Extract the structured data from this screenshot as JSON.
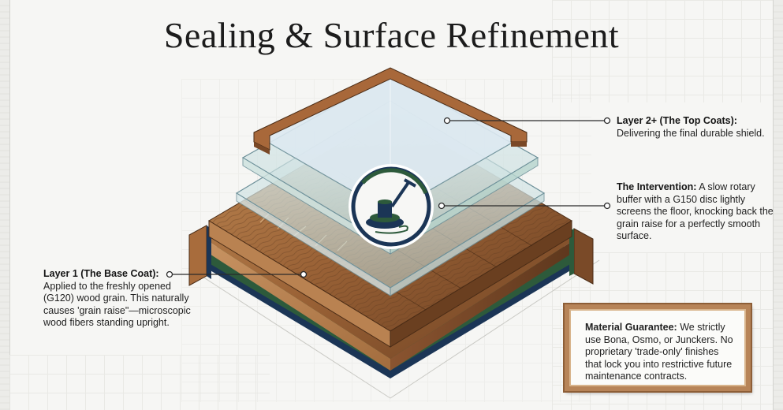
{
  "title": "Sealing & Surface Refinement",
  "callouts": {
    "top_coats": {
      "heading": "Layer 2+ (The Top Coats):",
      "body": "Delivering the final durable shield."
    },
    "intervention": {
      "heading": "The Intervention:",
      "body": "A slow rotary buffer with a G150 disc lightly screens the floor, knocking back the grain raise for a perfectly smooth surface."
    },
    "base_coat": {
      "heading": "Layer 1 (The Base Coat):",
      "body": "Applied to the freshly opened (G120) wood grain. This naturally causes 'grain raise\"—microscopic wood fibers standing upright."
    },
    "guarantee": {
      "heading": "Material Guarantee:",
      "body": "We strictly use Bona, Osmo, or Junckers. No proprietary 'trade-only' finishes that lock you into restrictive future maintenance contracts."
    }
  },
  "icons": {
    "center_badge": "floor-buffer-icon"
  },
  "colors": {
    "background": "#f6f6f4",
    "navy": "#1b3556",
    "green": "#2d5a3b",
    "wood_light": "#b27a47",
    "wood_dark": "#6e4425",
    "frame": "#b78458",
    "glass": "#cfe3e4"
  }
}
